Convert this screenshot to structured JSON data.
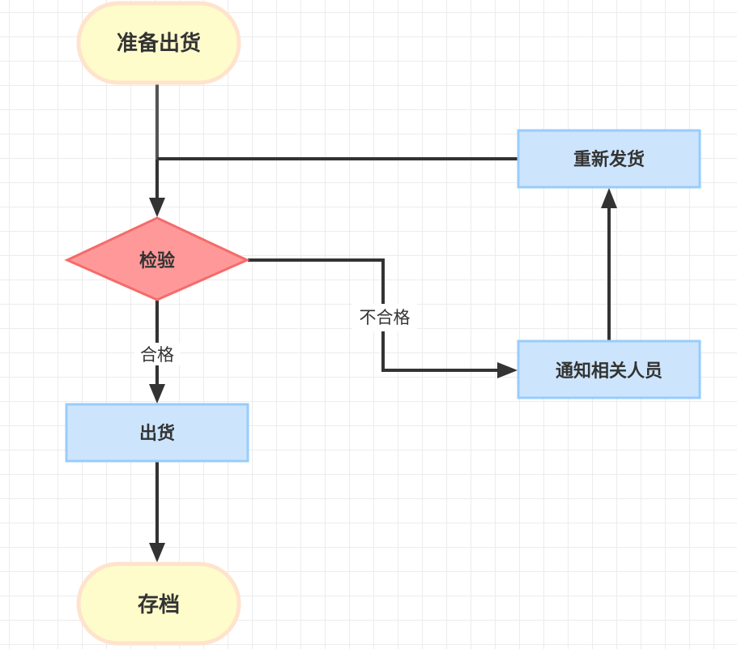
{
  "diagram": {
    "type": "flowchart",
    "colors": {
      "terminal_fill": "#fffccc",
      "terminal_border": "#ffe3cc",
      "process_fill": "#cce5fc",
      "process_border": "#99ccfb",
      "decision_fill": "#ff9999",
      "decision_border": "#f56b6b",
      "edge": "#333333",
      "text": "#333333"
    },
    "nodes": {
      "start": {
        "label": "准备出货",
        "shape": "terminal"
      },
      "inspect": {
        "label": "检验",
        "shape": "decision"
      },
      "ship": {
        "label": "出货",
        "shape": "process"
      },
      "archive": {
        "label": "存档",
        "shape": "terminal"
      },
      "reship": {
        "label": "重新发货",
        "shape": "process"
      },
      "notify": {
        "label": "通知相关人员",
        "shape": "process"
      }
    },
    "edges": {
      "start_to_inspect": {
        "from": "准备出货",
        "to": "检验",
        "label": ""
      },
      "inspect_pass": {
        "from": "检验",
        "to": "出货",
        "label": "合格"
      },
      "inspect_fail": {
        "from": "检验",
        "to": "通知相关人员",
        "label": "不合格"
      },
      "notify_to_reship": {
        "from": "通知相关人员",
        "to": "重新发货",
        "label": ""
      },
      "reship_to_inspect": {
        "from": "重新发货",
        "to": "检验",
        "label": ""
      },
      "ship_to_archive": {
        "from": "出货",
        "to": "存档",
        "label": ""
      }
    }
  }
}
